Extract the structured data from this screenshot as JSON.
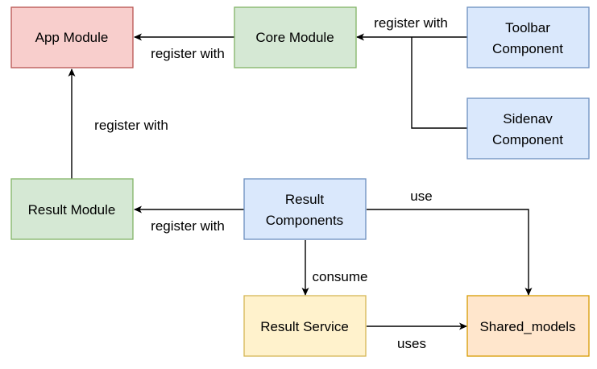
{
  "colors": {
    "red_fill": "#f8cecc",
    "red_stroke": "#b85450",
    "green_fill": "#d5e8d4",
    "green_stroke": "#82b366",
    "blue_fill": "#dae8fc",
    "blue_stroke": "#6c8ebf",
    "yellow_fill": "#fff2cc",
    "yellow_stroke": "#d6b656",
    "orange_fill": "#ffe6cc",
    "orange_stroke": "#d79b00",
    "edge": "#000000"
  },
  "nodes": {
    "app_module": {
      "lines": [
        "App Module"
      ]
    },
    "core_module": {
      "lines": [
        "Core Module"
      ]
    },
    "toolbar_component": {
      "lines": [
        "Toolbar",
        "Component"
      ]
    },
    "sidenav_component": {
      "lines": [
        "Sidenav",
        "Component"
      ]
    },
    "result_module": {
      "lines": [
        "Result Module"
      ]
    },
    "result_components": {
      "lines": [
        "Result",
        "Components"
      ]
    },
    "result_service": {
      "lines": [
        "Result Service"
      ]
    },
    "shared_models": {
      "lines": [
        "Shared_models"
      ]
    }
  },
  "edges": {
    "core_to_app": {
      "label": "register with"
    },
    "toolbar_sidenav_to_core": {
      "label": "register with"
    },
    "result_module_to_app": {
      "label": "register with"
    },
    "components_to_result_module": {
      "label": "register with"
    },
    "components_to_shared": {
      "label": "use"
    },
    "components_to_service": {
      "label": "consume"
    },
    "service_to_shared": {
      "label": "uses"
    }
  }
}
